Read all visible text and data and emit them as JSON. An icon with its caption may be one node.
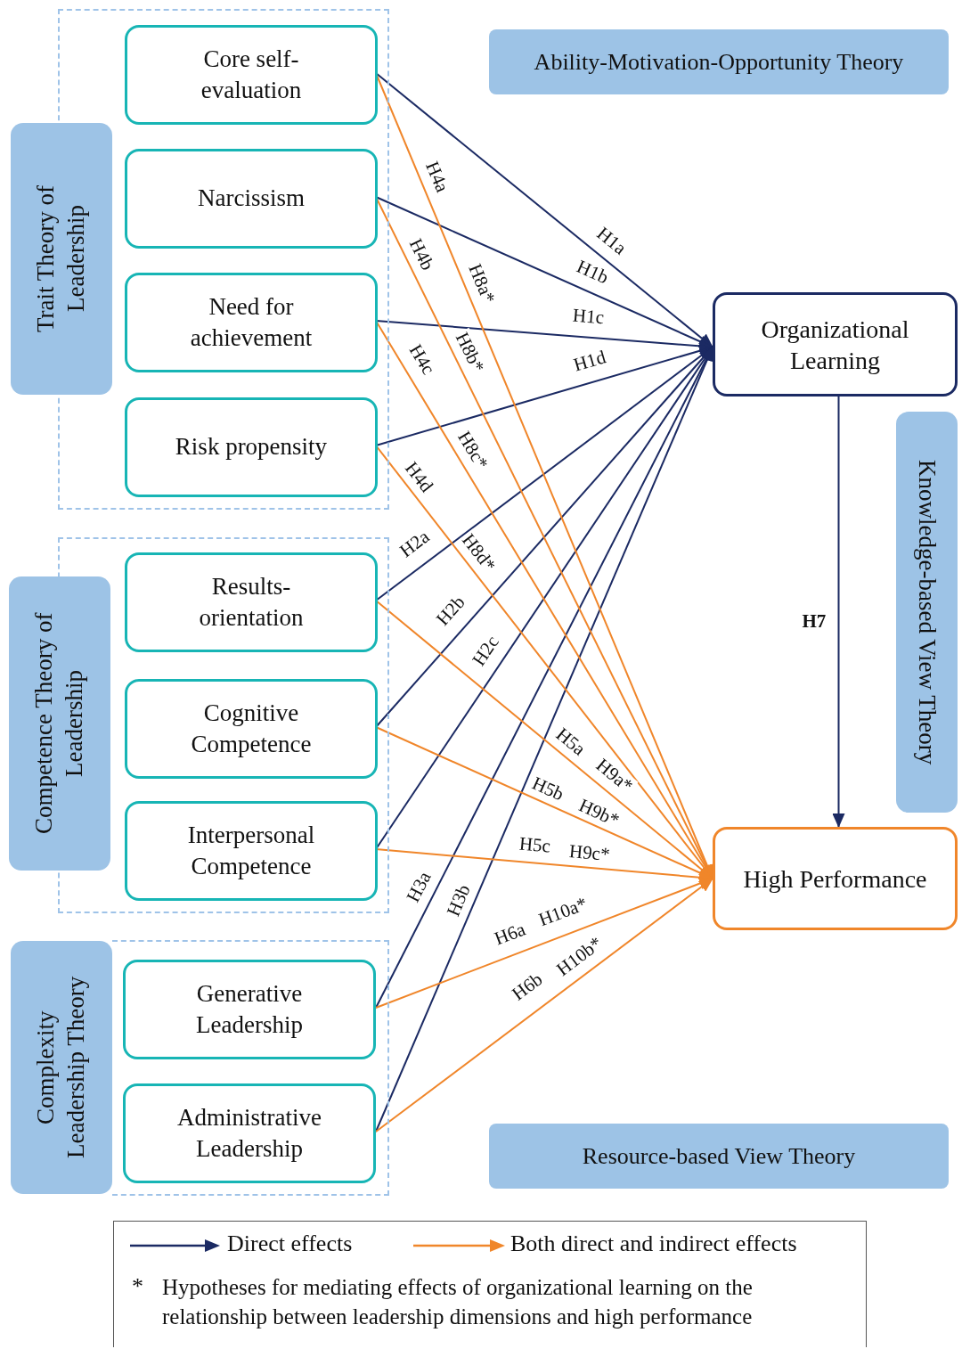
{
  "diagram": {
    "nodes": [
      {
        "text": [],
        "shape": "box"
      },
      {
        "text": [
          "Trait Theory of Leadership"
        ]
      },
      {
        "text": [
          "Core self-evaluation"
        ],
        "in": 0
      },
      {
        "text": [
          "Narcissism"
        ],
        "in": 0
      },
      {
        "text": [
          "Need for achievement"
        ],
        "in": 0
      },
      {
        "text": [
          "Risk propensity"
        ],
        "in": 0
      },
      {
        "text": [],
        "shape": "box"
      },
      {
        "text": [
          "Competence Theory of Leadership"
        ]
      },
      {
        "text": [
          "Results-orientation"
        ],
        "in": 6
      },
      {
        "text": [
          "Cognitive Competence"
        ],
        "in": 6
      },
      {
        "text": [
          "Interpersonal Competence"
        ],
        "in": 6
      },
      {
        "text": [],
        "shape": "box"
      },
      {
        "text": [
          "Complexity Leadership Theory"
        ]
      },
      {
        "text": [
          "Generative Leadership"
        ],
        "in": 11
      },
      {
        "text": [
          "Administrative Leadership"
        ],
        "in": 11
      },
      {
        "text": [
          "Ability-Motivation-Opportunity Theory"
        ]
      },
      {
        "text": [
          "Organizational Learning"
        ]
      },
      {
        "text": [
          "Knowledge-based View Theory"
        ]
      },
      {
        "text": [
          "High Performance"
        ]
      },
      {
        "text": [
          "Resource-based View Theory"
        ]
      }
    ],
    "edges": [
      {
        "from": 2,
        "to": 16,
        "arrow": "to",
        "label": "H1a"
      },
      {
        "from": 3,
        "to": 16,
        "arrow": "to",
        "label": "H1b"
      },
      {
        "from": 4,
        "to": 16,
        "arrow": "to",
        "label": "H1c"
      },
      {
        "from": 5,
        "to": 16,
        "arrow": "to",
        "label": "H1d"
      },
      {
        "from": 8,
        "to": 16,
        "arrow": "to",
        "label": "H2a"
      },
      {
        "from": 9,
        "to": 16,
        "arrow": "to",
        "label": "H2b"
      },
      {
        "from": 10,
        "to": 16,
        "arrow": "to",
        "label": "H2c"
      },
      {
        "from": 13,
        "to": 16,
        "arrow": "to",
        "label": "H3a"
      },
      {
        "from": 14,
        "to": 16,
        "arrow": "to",
        "label": "H3b"
      },
      {
        "from": 2,
        "to": 18,
        "arrow": "to",
        "label": "H4a",
        "color": "#f0862a"
      },
      {
        "from": 3,
        "to": 18,
        "arrow": "to",
        "label": "H4b",
        "color": "#f0862a"
      },
      {
        "from": 4,
        "to": 18,
        "arrow": "to",
        "label": "H4c",
        "color": "#f0862a"
      },
      {
        "from": 5,
        "to": 18,
        "arrow": "to",
        "label": "H4d",
        "color": "#f0862a"
      },
      {
        "from": 8,
        "to": 18,
        "arrow": "to",
        "label": "H5a",
        "color": "#f0862a"
      },
      {
        "from": 9,
        "to": 18,
        "arrow": "to",
        "label": "H5b",
        "color": "#f0862a"
      },
      {
        "from": 10,
        "to": 18,
        "arrow": "to",
        "label": "H5c",
        "color": "#f0862a"
      },
      {
        "from": 13,
        "to": 18,
        "arrow": "to",
        "label": "H6a",
        "color": "#f0862a"
      },
      {
        "from": 14,
        "to": 18,
        "arrow": "to",
        "label": "H6b",
        "color": "#f0862a"
      },
      {
        "from": 16,
        "to": 18,
        "arrow": "to",
        "label": "H7"
      }
    ],
    "labels": [
      "H8a*",
      "H8b*",
      "H8c*",
      "H8d*",
      "H9a*",
      "H9b*",
      "H9c*",
      "H10a*",
      "H10b*",
      "*",
      "Hypotheses for mediating effects of organizational learning on the relationship between leadership dimensions and high performance"
    ],
    "legend": [
      {
        "text": "Direct effects"
      },
      {
        "text": "Both direct and indirect effects"
      }
    ]
  }
}
